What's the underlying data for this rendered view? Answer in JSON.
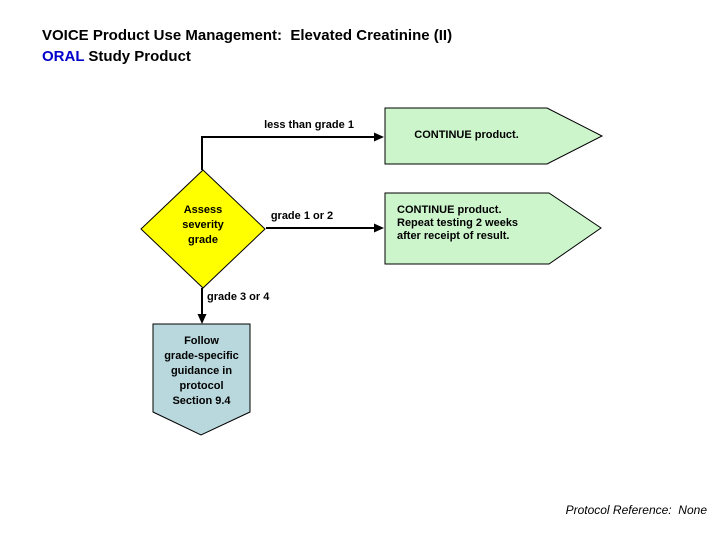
{
  "header": {
    "title_line1": "VOICE Product Use Management:  Elevated Creatinine (II)",
    "title_line2_highlight": "ORAL",
    "title_line2_rest": " Study Product"
  },
  "flowchart": {
    "decision": {
      "label": "Assess\nseverity\ngrade"
    },
    "branches": {
      "less_than_grade_1": {
        "label": "less than grade 1"
      },
      "grade_1_or_2": {
        "label": "grade 1 or 2"
      },
      "grade_3_or_4": {
        "label": "grade 3 or 4"
      }
    },
    "outcomes": {
      "continue_product": {
        "label": "CONTINUE product."
      },
      "continue_repeat": {
        "label": "CONTINUE product.\nRepeat testing 2 weeks\nafter receipt of result."
      },
      "follow_guidance": {
        "label": "Follow\ngrade-specific\nguidance in\nprotocol\nSection 9.4"
      }
    }
  },
  "footer": {
    "protocol_reference": "Protocol Reference:  None"
  },
  "colors": {
    "title_text": "#000000",
    "oral_accent": "#0000cc",
    "decision_fill": "#ffff00",
    "outcome_fill": "#ccf5cc",
    "guidance_fill": "#b9d8de",
    "line": "#000000"
  }
}
